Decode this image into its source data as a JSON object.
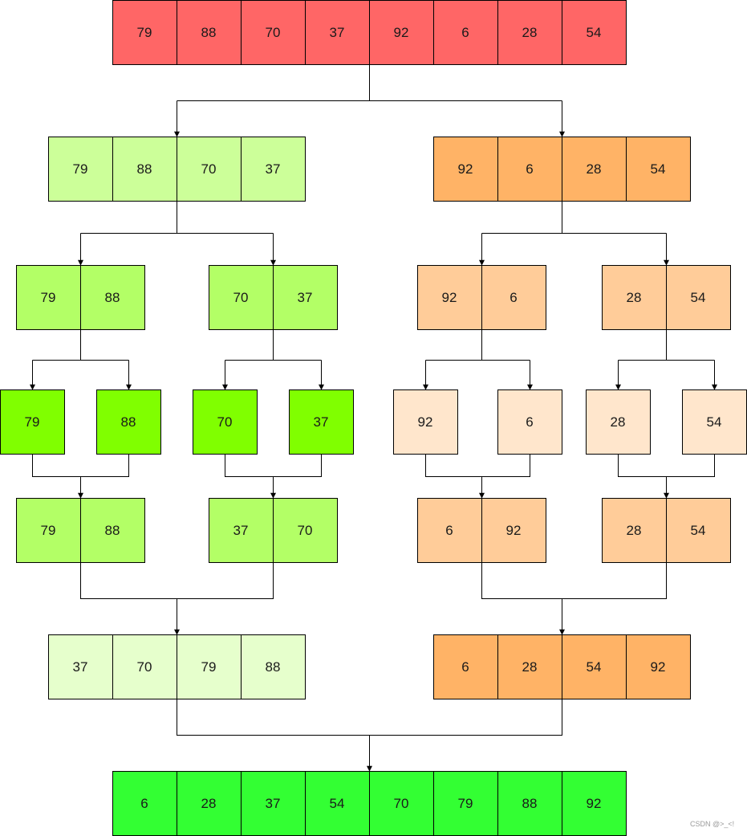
{
  "colors": {
    "red": "#ff6666",
    "green_1": "#ccff99",
    "green_2": "#b3ff66",
    "green_3": "#80ff00",
    "green_4": "#e6ffcc",
    "green_5": "#33ff33",
    "orange_1": "#ffb366",
    "orange_2": "#ffcc99",
    "orange_3": "#ffe6cc",
    "line": "#000000"
  },
  "groups": [
    {
      "id": "g0",
      "values": [
        "79",
        "88",
        "70",
        "37",
        "92",
        "6",
        "28",
        "54"
      ],
      "color": "red"
    },
    {
      "id": "g1",
      "values": [
        "79",
        "88",
        "70",
        "37"
      ],
      "color": "green_1"
    },
    {
      "id": "g2",
      "values": [
        "92",
        "6",
        "28",
        "54"
      ],
      "color": "orange_1"
    },
    {
      "id": "g3",
      "values": [
        "79",
        "88"
      ],
      "color": "green_2"
    },
    {
      "id": "g4",
      "values": [
        "70",
        "37"
      ],
      "color": "green_2"
    },
    {
      "id": "g5",
      "values": [
        "92",
        "6"
      ],
      "color": "orange_2"
    },
    {
      "id": "g6",
      "values": [
        "28",
        "54"
      ],
      "color": "orange_2"
    },
    {
      "id": "g7",
      "values": [
        "79"
      ],
      "color": "green_3"
    },
    {
      "id": "g8",
      "values": [
        "88"
      ],
      "color": "green_3"
    },
    {
      "id": "g9",
      "values": [
        "70"
      ],
      "color": "green_3"
    },
    {
      "id": "g10",
      "values": [
        "37"
      ],
      "color": "green_3"
    },
    {
      "id": "g11",
      "values": [
        "92"
      ],
      "color": "orange_3"
    },
    {
      "id": "g12",
      "values": [
        "6"
      ],
      "color": "orange_3"
    },
    {
      "id": "g13",
      "values": [
        "28"
      ],
      "color": "orange_3"
    },
    {
      "id": "g14",
      "values": [
        "54"
      ],
      "color": "orange_3"
    },
    {
      "id": "g15",
      "values": [
        "79",
        "88"
      ],
      "color": "green_2"
    },
    {
      "id": "g16",
      "values": [
        "37",
        "70"
      ],
      "color": "green_2"
    },
    {
      "id": "g17",
      "values": [
        "6",
        "92"
      ],
      "color": "orange_2"
    },
    {
      "id": "g18",
      "values": [
        "28",
        "54"
      ],
      "color": "orange_2"
    },
    {
      "id": "g19",
      "values": [
        "37",
        "70",
        "79",
        "88"
      ],
      "color": "green_4"
    },
    {
      "id": "g20",
      "values": [
        "6",
        "28",
        "54",
        "92"
      ],
      "color": "orange_1"
    },
    {
      "id": "g21",
      "values": [
        "6",
        "28",
        "37",
        "54",
        "70",
        "79",
        "88",
        "92"
      ],
      "color": "green_5"
    }
  ],
  "splits": [
    {
      "from": "g0",
      "to": [
        "g1",
        "g2"
      ]
    },
    {
      "from": "g1",
      "to": [
        "g3",
        "g4"
      ]
    },
    {
      "from": "g2",
      "to": [
        "g5",
        "g6"
      ]
    },
    {
      "from": "g3",
      "to": [
        "g7",
        "g8"
      ]
    },
    {
      "from": "g4",
      "to": [
        "g9",
        "g10"
      ]
    },
    {
      "from": "g5",
      "to": [
        "g11",
        "g12"
      ]
    },
    {
      "from": "g6",
      "to": [
        "g13",
        "g14"
      ]
    }
  ],
  "merges": [
    {
      "from": [
        "g7",
        "g8"
      ],
      "to": "g15"
    },
    {
      "from": [
        "g9",
        "g10"
      ],
      "to": "g16"
    },
    {
      "from": [
        "g11",
        "g12"
      ],
      "to": "g17"
    },
    {
      "from": [
        "g13",
        "g14"
      ],
      "to": "g18"
    },
    {
      "from": [
        "g15",
        "g16"
      ],
      "to": "g19"
    },
    {
      "from": [
        "g17",
        "g18"
      ],
      "to": "g20"
    },
    {
      "from": [
        "g19",
        "g20"
      ],
      "to": "g21"
    }
  ],
  "watermark": "CSDN @>_<!"
}
